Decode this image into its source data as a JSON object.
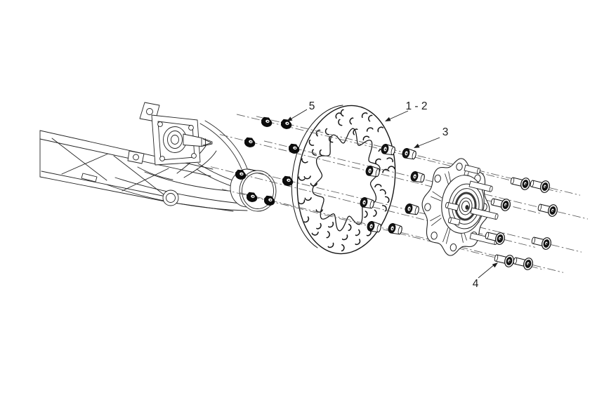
{
  "figure": {
    "kind": "exploded-parts-diagram",
    "colors": {
      "background": "#ffffff",
      "ink": "#1c1c1c",
      "centerline": "#5a5a5a"
    }
  },
  "callouts": [
    {
      "id": "brake-disc",
      "label": "1 - 2"
    },
    {
      "id": "spacer-bushing",
      "label": "3"
    },
    {
      "id": "countersunk-bolt",
      "label": "4"
    },
    {
      "id": "flange-nut",
      "label": "5"
    }
  ]
}
